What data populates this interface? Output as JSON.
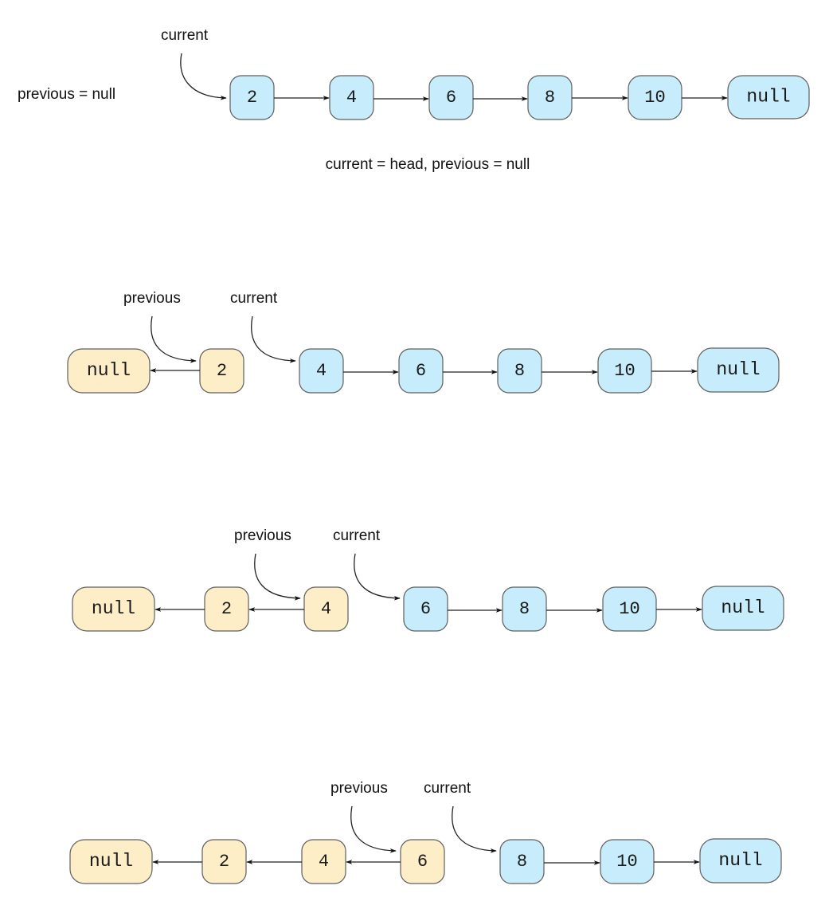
{
  "colors": {
    "blue_fill": "#c7ecfb",
    "yellow_fill": "#fdeec8",
    "stroke": "#5f5f5f",
    "text": "#111111"
  },
  "rows": [
    {
      "previous_text": "previous = null",
      "current_label": "current",
      "caption": "current = head, previous = null",
      "nodes": [
        {
          "label": "2",
          "color": "blue"
        },
        {
          "label": "4",
          "color": "blue"
        },
        {
          "label": "6",
          "color": "blue"
        },
        {
          "label": "8",
          "color": "blue"
        },
        {
          "label": "10",
          "color": "blue"
        },
        {
          "label": "null",
          "color": "blue"
        }
      ]
    },
    {
      "previous_label": "previous",
      "current_label": "current",
      "nodes": [
        {
          "label": "null",
          "color": "yellow"
        },
        {
          "label": "2",
          "color": "yellow"
        },
        {
          "label": "4",
          "color": "blue"
        },
        {
          "label": "6",
          "color": "blue"
        },
        {
          "label": "8",
          "color": "blue"
        },
        {
          "label": "10",
          "color": "blue"
        },
        {
          "label": "null",
          "color": "blue"
        }
      ]
    },
    {
      "previous_label": "previous",
      "current_label": "current",
      "nodes": [
        {
          "label": "null",
          "color": "yellow"
        },
        {
          "label": "2",
          "color": "yellow"
        },
        {
          "label": "4",
          "color": "yellow"
        },
        {
          "label": "6",
          "color": "blue"
        },
        {
          "label": "8",
          "color": "blue"
        },
        {
          "label": "10",
          "color": "blue"
        },
        {
          "label": "null",
          "color": "blue"
        }
      ]
    },
    {
      "previous_label": "previous",
      "current_label": "current",
      "nodes": [
        {
          "label": "null",
          "color": "yellow"
        },
        {
          "label": "2",
          "color": "yellow"
        },
        {
          "label": "4",
          "color": "yellow"
        },
        {
          "label": "6",
          "color": "yellow"
        },
        {
          "label": "8",
          "color": "blue"
        },
        {
          "label": "10",
          "color": "blue"
        },
        {
          "label": "null",
          "color": "blue"
        }
      ]
    }
  ]
}
